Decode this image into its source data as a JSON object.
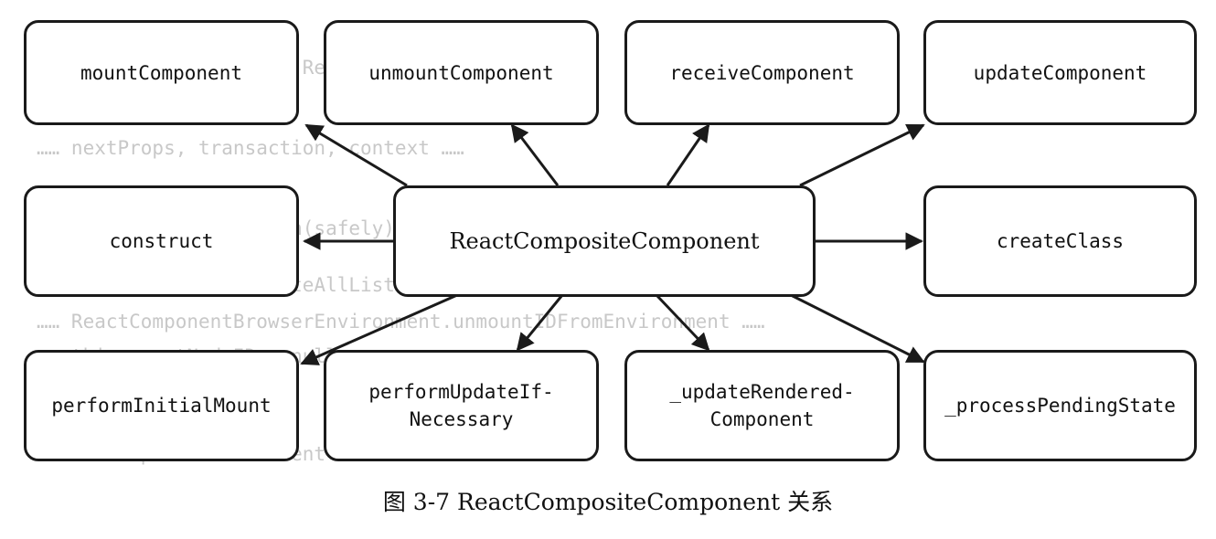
{
  "nodes": {
    "mount_component": "mountComponent",
    "unmount_component": "unmountComponent",
    "receive_component": "receiveComponent",
    "update_component": "updateComponent",
    "construct": "construct",
    "center": "ReactCompositeComponent",
    "create_class": "createClass",
    "perform_initial_mount": "performInitialMount",
    "perform_update_if_necessary": "performUpdateIf-\nNecessary",
    "update_rendered_component": "_updateRendered-\nComponent",
    "process_pending_state": "_processPendingState"
  },
  "caption": "图 3-7   ReactCompositeComponent 关系",
  "colors": {
    "stroke": "#1a1a1a",
    "background": "#ffffff",
    "ghost_text": "#c8c8c8"
  }
}
